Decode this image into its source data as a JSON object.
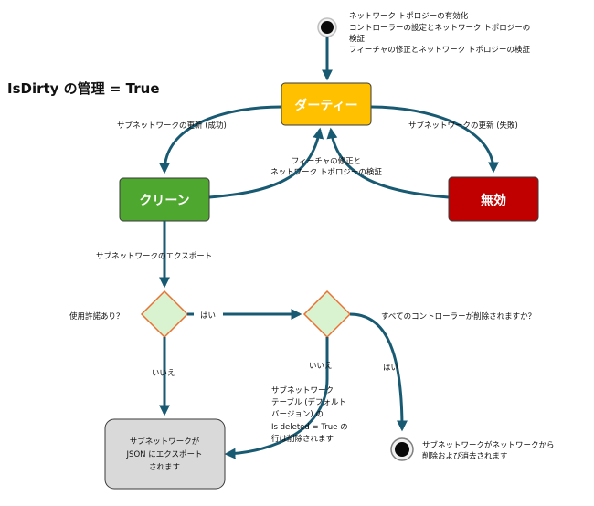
{
  "title": "IsDirty の管理 = True",
  "start_note": [
    "ネットワーク トポロジーの有効化",
    "コントローラーの設定とネットワーク トポロジーの",
    "検証",
    "フィーチャの修正とネットワーク トポロジーの検証"
  ],
  "states": {
    "dirty": "ダーティー",
    "clean": "クリーン",
    "invalid": "無効"
  },
  "edges": {
    "update_success": "サブネットワークの更新 (成功)",
    "update_fail": "サブネットワークの更新 (失敗)",
    "fix_validate": [
      "フィーチャの修正と",
      "ネットワーク トポロジーの検証"
    ],
    "export": "サブネットワークのエクスポート",
    "yes1": "はい",
    "no1": "いいえ",
    "no2": "いいえ",
    "yes2": "はい"
  },
  "decisions": {
    "licensed": "使用許諾あり？",
    "all_deleted": "すべてのコントローラーが削除されますか？"
  },
  "notes": {
    "table_deleted": [
      "サブネットワーク",
      "テーブル (デフォルト",
      "バージョン) の",
      "Is deleted = True の",
      "行は削除されます"
    ],
    "end_deleted": [
      "サブネットワークがネットワークから",
      "削除および消去されます"
    ]
  },
  "export_box": [
    "サブネットワークが",
    "JSON にエクスポート",
    "されます"
  ],
  "colors": {
    "dirty": "#ffc000",
    "clean": "#4ea72e",
    "invalid": "#c00000",
    "export_box": "#d9d9d9",
    "decision_fill": "#d9f2d0",
    "decision_stroke": "#e97132",
    "arrow": "#195a73"
  }
}
